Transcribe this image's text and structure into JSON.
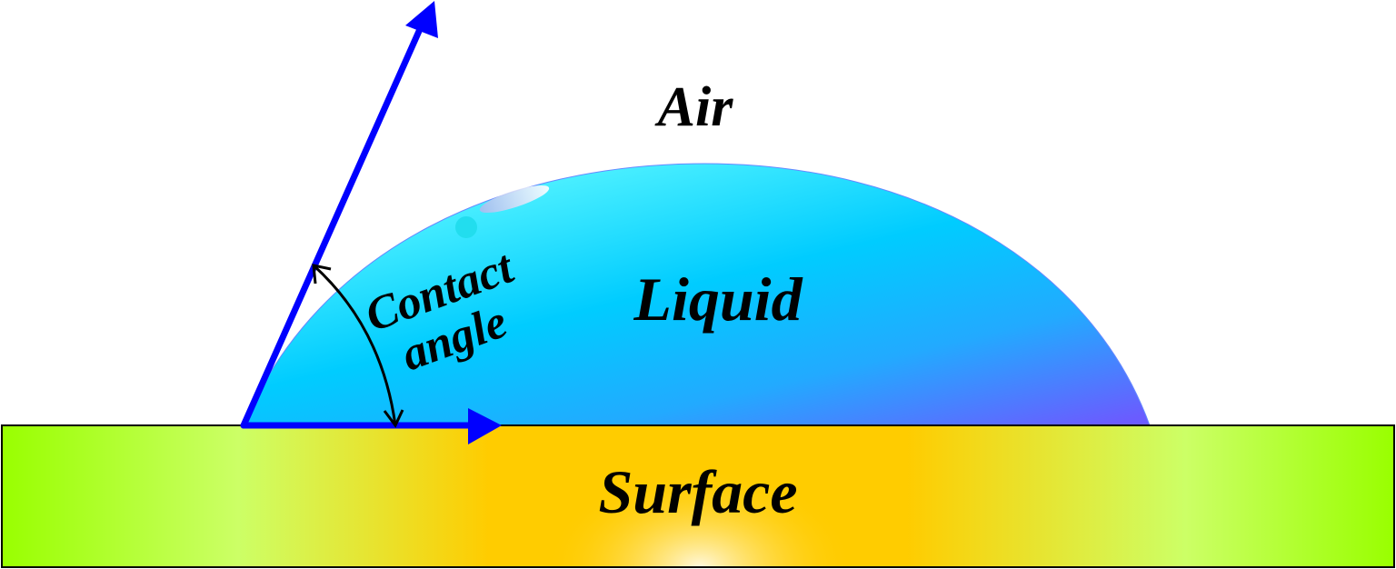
{
  "labels": {
    "air": "Air",
    "liquid": "Liquid",
    "surface": "Surface",
    "contact_line1": "Contact",
    "contact_line2": "angle"
  },
  "colors": {
    "arrow": "#0000ff",
    "liquid_light": "#44eeff",
    "liquid_mid": "#00ccff",
    "liquid_dark": "#6666ff",
    "surface_edge": "#99ff00",
    "surface_mid": "#ffcc00"
  }
}
